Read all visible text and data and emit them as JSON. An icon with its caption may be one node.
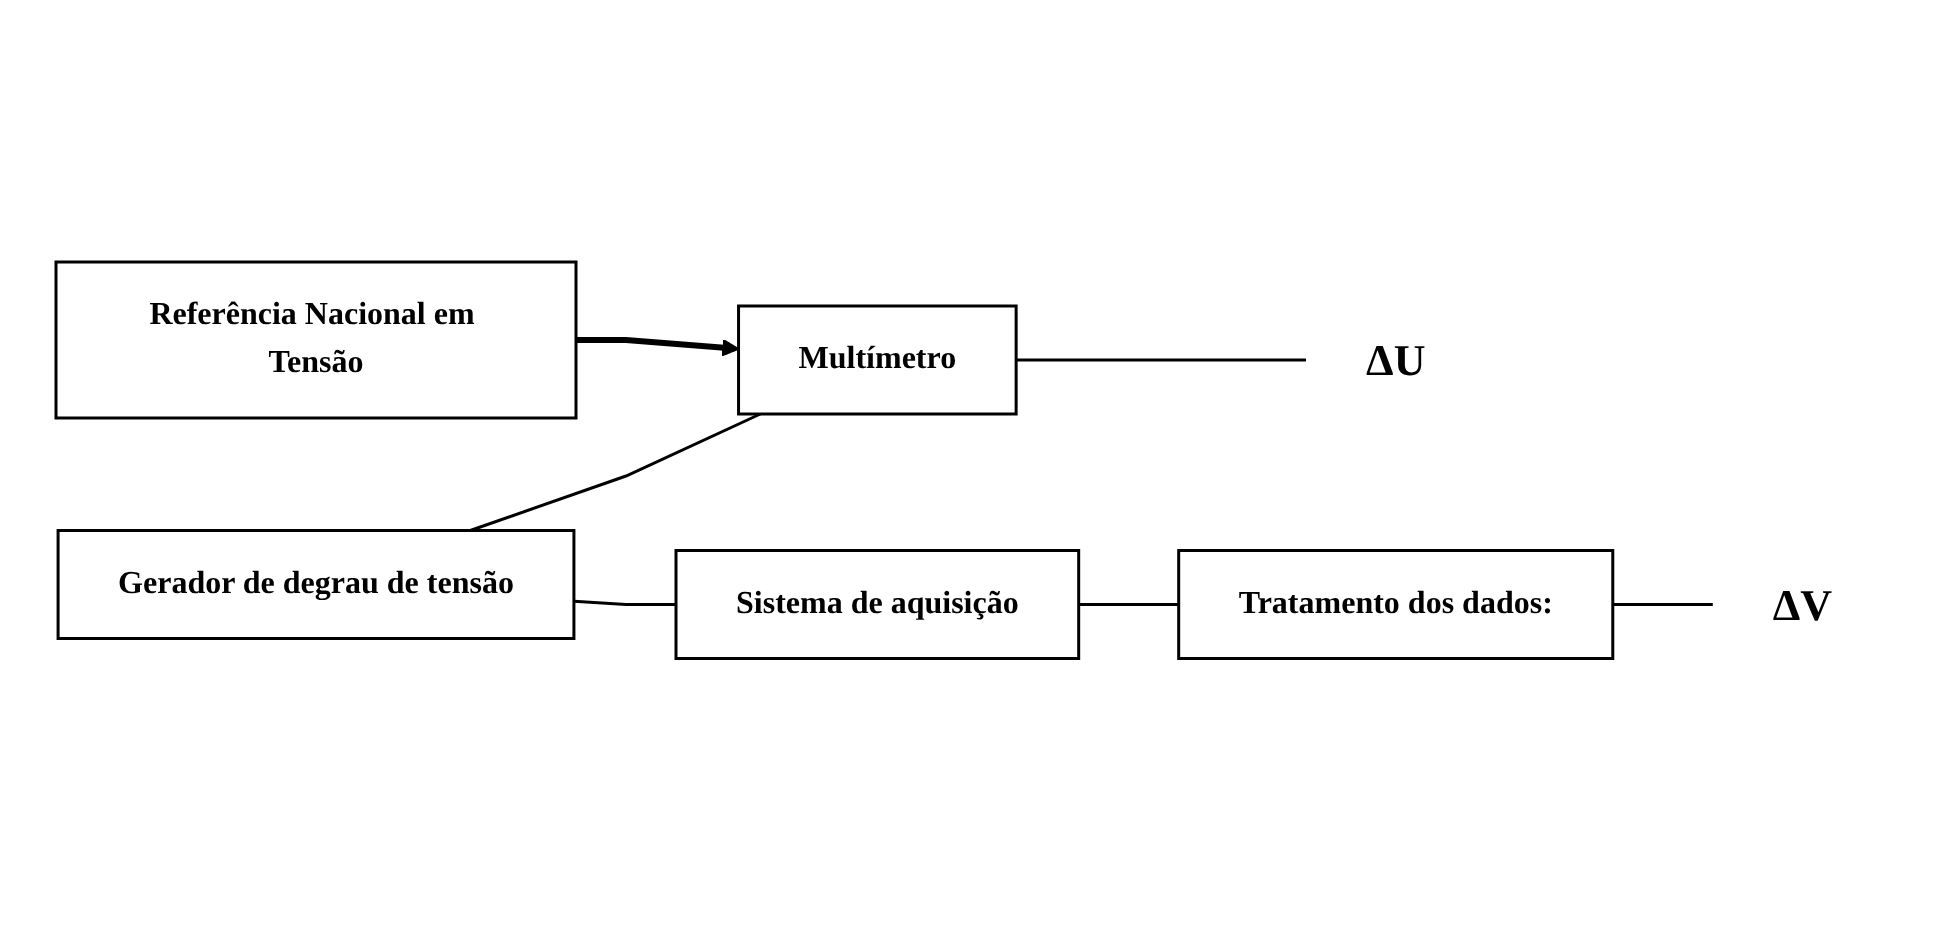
{
  "diagram": {
    "nodes": [
      {
        "text": [
          "Referência Nacional em Tensão"
        ]
      },
      {
        "text": [
          "Multímetro"
        ]
      },
      {
        "text": [
          "ΔU"
        ]
      },
      {
        "text": [
          "Gerador de degrau de tensão"
        ]
      },
      {
        "text": [
          "Sistema de aquisição"
        ]
      },
      {
        "text": [
          "Tratamento dos dados:"
        ]
      },
      {
        "text": [
          "ΔV"
        ]
      }
    ],
    "edges": [
      {
        "from": 0,
        "to": 1,
        "arrow": "to",
        "style": "thick"
      },
      {
        "from": 3,
        "to": 1,
        "arrow": "none"
      },
      {
        "from": 3,
        "to": 4,
        "arrow": "none"
      },
      {
        "from": 1,
        "to": 2,
        "arrow": "none"
      },
      {
        "from": 4,
        "to": 5,
        "arrow": "none"
      },
      {
        "from": 5,
        "to": 6,
        "arrow": "none"
      }
    ]
  }
}
